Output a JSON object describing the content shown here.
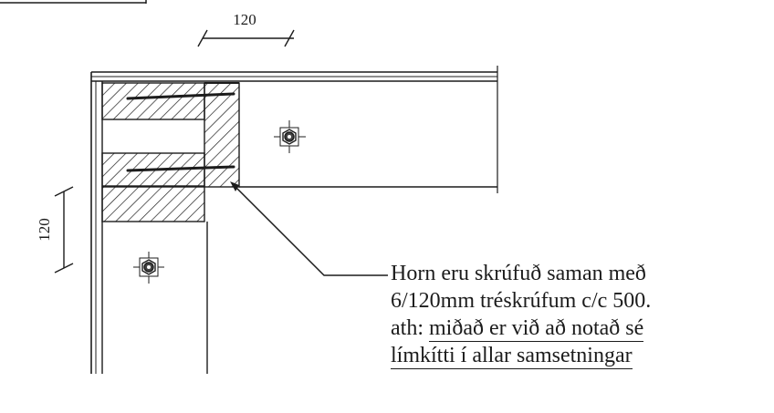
{
  "dimensions": {
    "top": "120",
    "side": "120"
  },
  "note": {
    "line1": "Horn eru skrúfuð saman með",
    "line2": "6/120mm tréskrúfum c/c 500.",
    "line3_prefix": "ath: ",
    "line3_underlined": "miðað er við að notað sé",
    "line4_underlined": "límkítti í allar samsetningar"
  },
  "colors": {
    "ink": "#1c1c1c",
    "paper": "#ffffff"
  }
}
